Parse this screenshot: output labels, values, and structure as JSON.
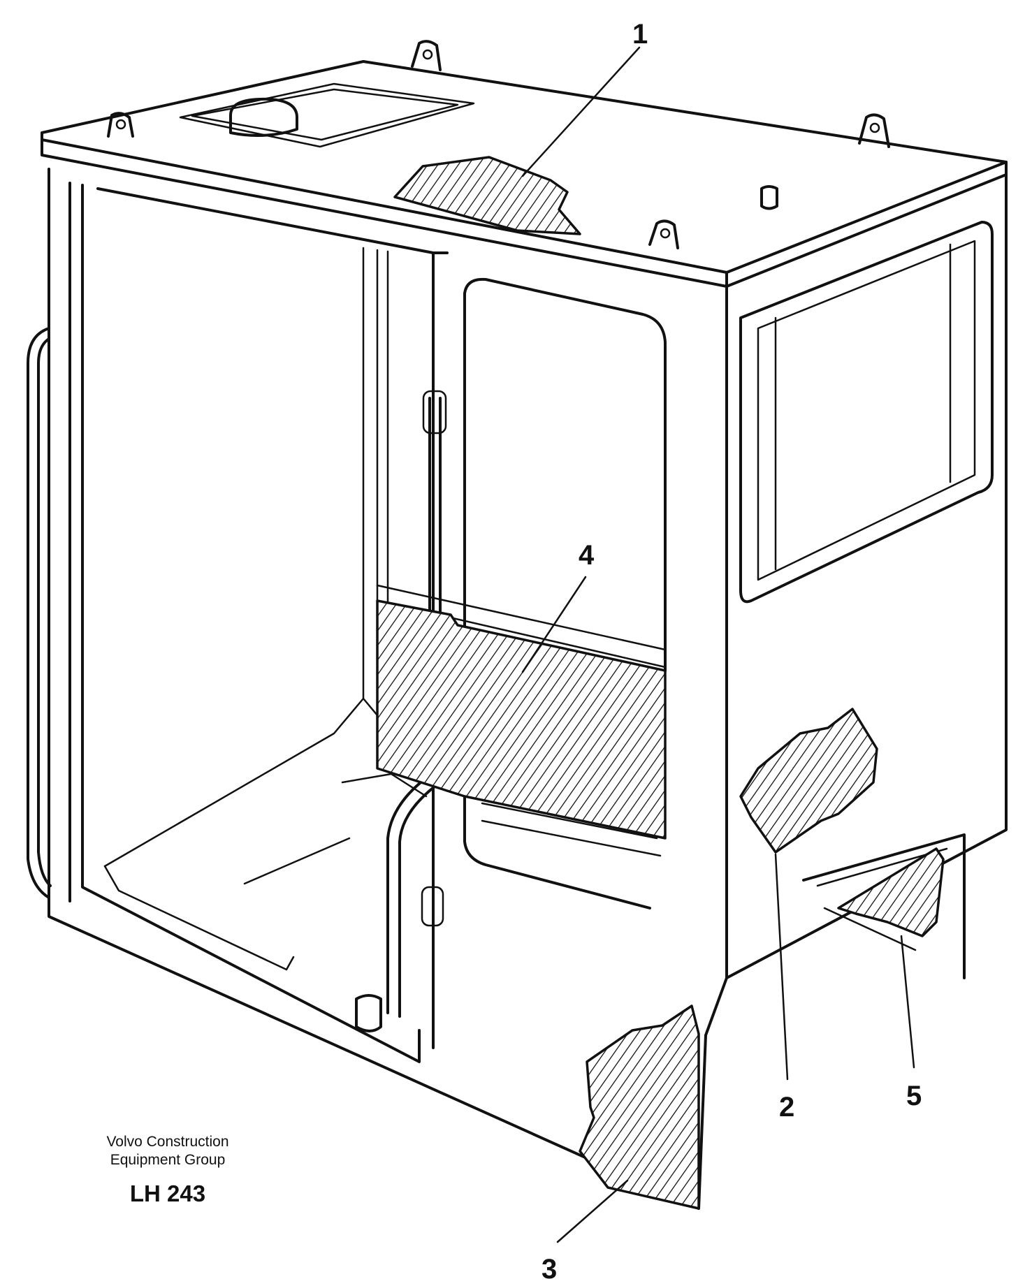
{
  "callouts": [
    {
      "label": "1"
    },
    {
      "label": "2"
    },
    {
      "label": "3"
    },
    {
      "label": "4"
    },
    {
      "label": "5"
    }
  ],
  "caption": {
    "company_line1": "Volvo Construction",
    "company_line2": "Equipment Group",
    "figure_code": "LH 243"
  }
}
